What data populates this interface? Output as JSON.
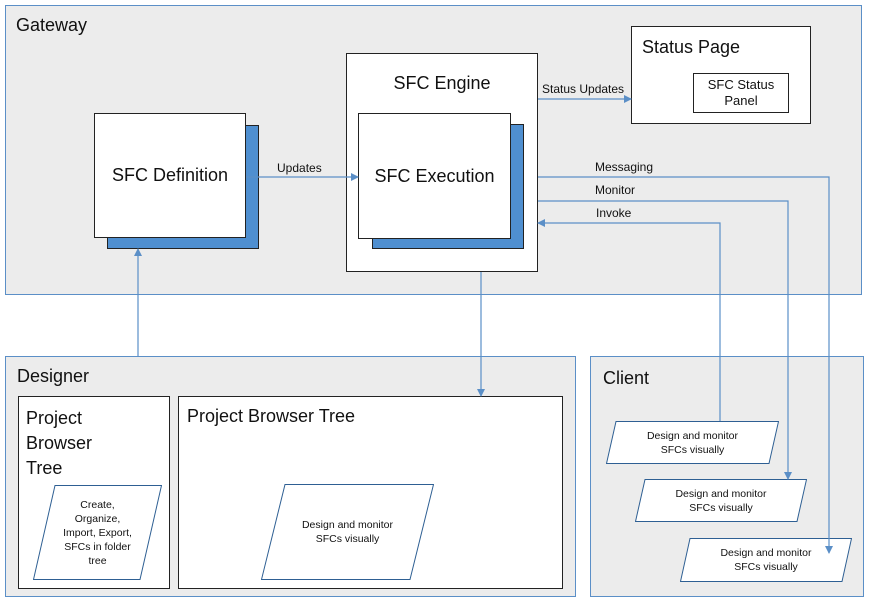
{
  "gateway": {
    "title": "Gateway",
    "sfc_definition": "SFC Definition",
    "sfc_engine": "SFC Engine",
    "sfc_execution": "SFC Execution",
    "status_page": "Status Page",
    "sfc_status_panel": "SFC Status Panel"
  },
  "connectors": {
    "updates": "Updates",
    "status_updates": "Status Updates",
    "messaging": "Messaging",
    "monitor": "Monitor",
    "invoke": "Invoke"
  },
  "designer": {
    "title": "Designer",
    "left_panel_title": "Project Browser Tree",
    "left_panel_note": "Create, Organize, Import, Export, SFCs in folder tree",
    "right_panel_title": "Project Browser Tree",
    "right_panel_note": "Design and monitor SFCs visually"
  },
  "client": {
    "title": "Client",
    "items": [
      "Design and monitor SFCs visually",
      "Design and monitor SFCs visually",
      "Design and monitor SFCs visually"
    ]
  },
  "colors": {
    "region_fill": "#ececec",
    "region_border": "#5b8fc7",
    "shadow_blue": "#4f8fd0",
    "arrow": "#5b8fc7"
  }
}
